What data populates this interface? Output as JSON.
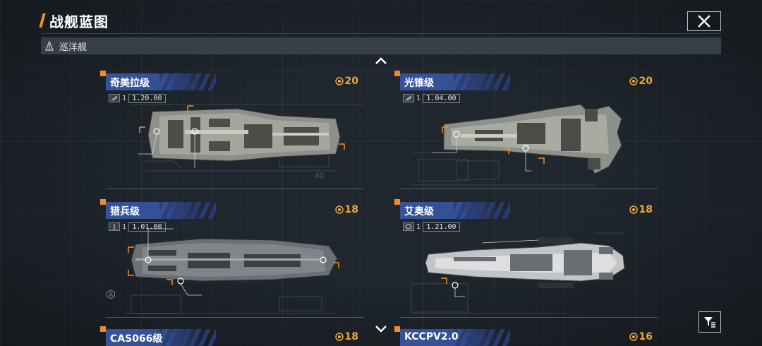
{
  "header": {
    "title": "战舰蓝图"
  },
  "category": {
    "label": "巡洋舰"
  },
  "colors": {
    "accent": "#f0912e",
    "cost": "#f1a83c",
    "name_bar": "#3755a0"
  },
  "icons": {
    "close": "close-icon",
    "category": "cruiser-icon",
    "filter": "filter-icon",
    "cost": "energy-icon",
    "scroll_up": "chevron-up-icon",
    "scroll_down": "chevron-down-icon"
  },
  "cards": [
    {
      "name": "奇美拉级",
      "cost": "20",
      "tier": "1",
      "level": "1.20.00"
    },
    {
      "name": "光锥级",
      "cost": "20",
      "tier": "1",
      "level": "1.04.00"
    },
    {
      "name": "猎兵级",
      "cost": "18",
      "tier": "1",
      "level": "1.01.00"
    },
    {
      "name": "艾奥级",
      "cost": "18",
      "tier": "1",
      "level": "1.21.00"
    },
    {
      "name": "CAS066级",
      "cost": "18"
    },
    {
      "name": "KCCPV2.0",
      "cost": "16"
    }
  ]
}
